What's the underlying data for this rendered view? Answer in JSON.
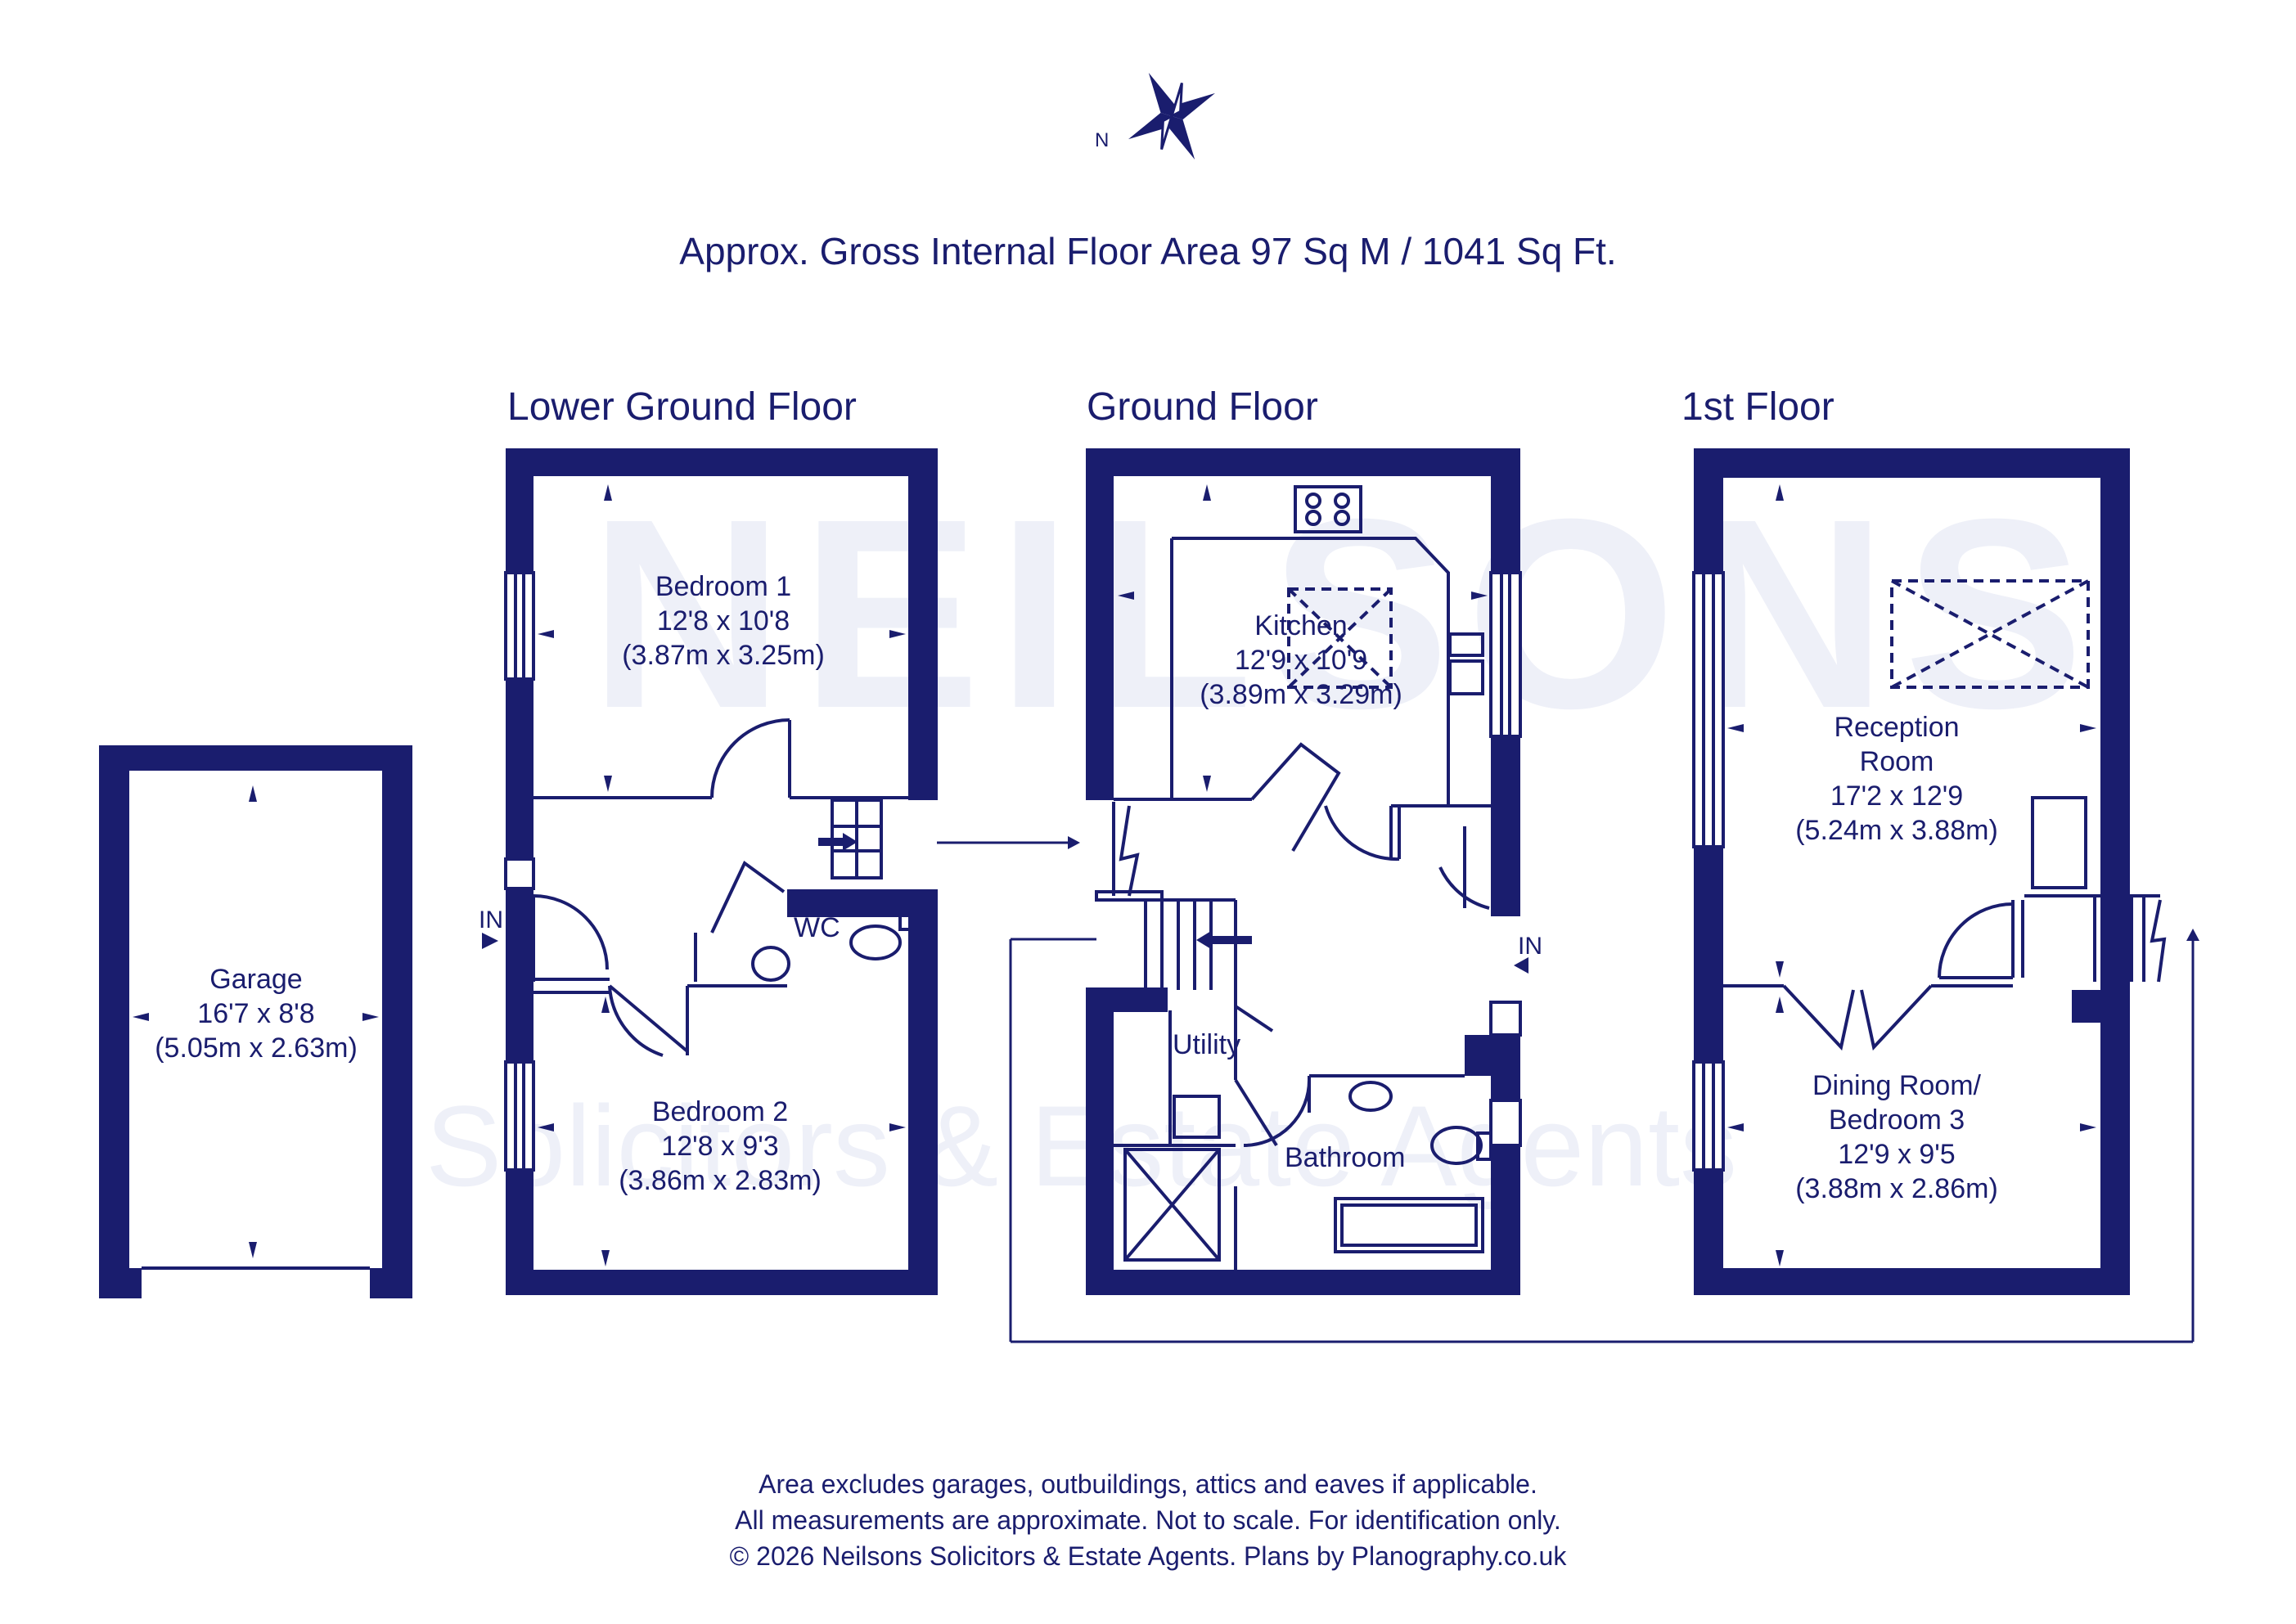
{
  "header": {
    "title": "Approx. Gross Internal Floor Area 97 Sq M / 1041 Sq Ft."
  },
  "compass": {
    "label": "N",
    "icon": "compass-rose-icon"
  },
  "watermark": {
    "brand": "NEILSONS",
    "tagline": "Solicitors & Estate Agents"
  },
  "floors": {
    "lower_ground": {
      "title": "Lower Ground Floor"
    },
    "ground": {
      "title": "Ground Floor"
    },
    "first": {
      "title": "1st Floor"
    }
  },
  "rooms": {
    "garage": {
      "name": "Garage",
      "imperial": "16'7 x 8'8",
      "metric": "(5.05m x 2.63m)"
    },
    "bedroom1": {
      "name": "Bedroom 1",
      "imperial": "12'8 x 10'8",
      "metric": "(3.87m x 3.25m)"
    },
    "bedroom2": {
      "name": "Bedroom 2",
      "imperial": "12'8 x 9'3",
      "metric": "(3.86m x 2.83m)"
    },
    "wc": {
      "name": "WC"
    },
    "kitchen": {
      "name": "Kitchen",
      "imperial": "12'9 x 10'9",
      "metric": "(3.89m x 3.29m)"
    },
    "utility": {
      "name": "Utility"
    },
    "bathroom": {
      "name": "Bathroom"
    },
    "reception": {
      "name_line1": "Reception",
      "name_line2": "Room",
      "imperial": "17'2 x 12'9",
      "metric": "(5.24m x 3.88m)"
    },
    "dining": {
      "name_line1": "Dining Room/",
      "name_line2": "Bedroom 3",
      "imperial": "12'9 x 9'5",
      "metric": "(3.88m x 2.86m)"
    }
  },
  "entrances": {
    "lower_ground_in": "IN",
    "ground_in": "IN"
  },
  "footer": {
    "line1": "Area excludes garages, outbuildings, attics and eaves if applicable.",
    "line2": "All measurements are approximate. Not to scale. For identification only.",
    "line3": "© 2026 Neilsons Solicitors & Estate Agents. Plans by Planography.co.uk"
  },
  "colors": {
    "ink": "#1a1d6e",
    "watermark": "#eef0f8",
    "background": "#ffffff"
  }
}
